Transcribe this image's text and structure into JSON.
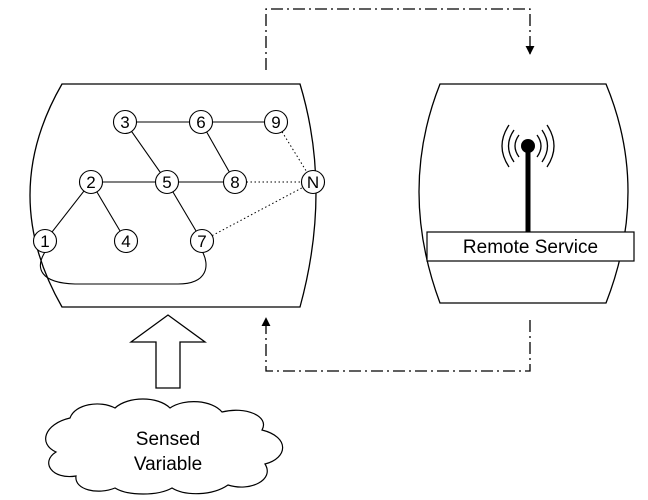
{
  "network": {
    "nodes": [
      {
        "id": "n1",
        "label": "1"
      },
      {
        "id": "n2",
        "label": "2"
      },
      {
        "id": "n3",
        "label": "3"
      },
      {
        "id": "n4",
        "label": "4"
      },
      {
        "id": "n5",
        "label": "5"
      },
      {
        "id": "n6",
        "label": "6"
      },
      {
        "id": "n7",
        "label": "7"
      },
      {
        "id": "n8",
        "label": "8"
      },
      {
        "id": "n9",
        "label": "9"
      },
      {
        "id": "nN",
        "label": "N"
      }
    ],
    "solid_links": [
      [
        "n3",
        "n6"
      ],
      [
        "n6",
        "n9"
      ],
      [
        "n3",
        "n5"
      ],
      [
        "n6",
        "n8"
      ],
      [
        "n2",
        "n5"
      ],
      [
        "n5",
        "n8"
      ],
      [
        "n2",
        "n1"
      ],
      [
        "n2",
        "n4"
      ],
      [
        "n5",
        "n7"
      ]
    ],
    "dotted_links": [
      [
        "n9",
        "nN"
      ],
      [
        "n8",
        "nN"
      ],
      [
        "n7",
        "nN"
      ]
    ]
  },
  "remote": {
    "service_label": "Remote Service",
    "icon": "wireless-antenna-icon"
  },
  "input": {
    "cloud_line1": "Sensed",
    "cloud_line2": "Variable",
    "arrow_icon": "up-arrow-icon"
  },
  "flows": {
    "style": "dash-dot",
    "colors": {
      "stroke": "#000000",
      "fill": "#ffffff"
    }
  }
}
